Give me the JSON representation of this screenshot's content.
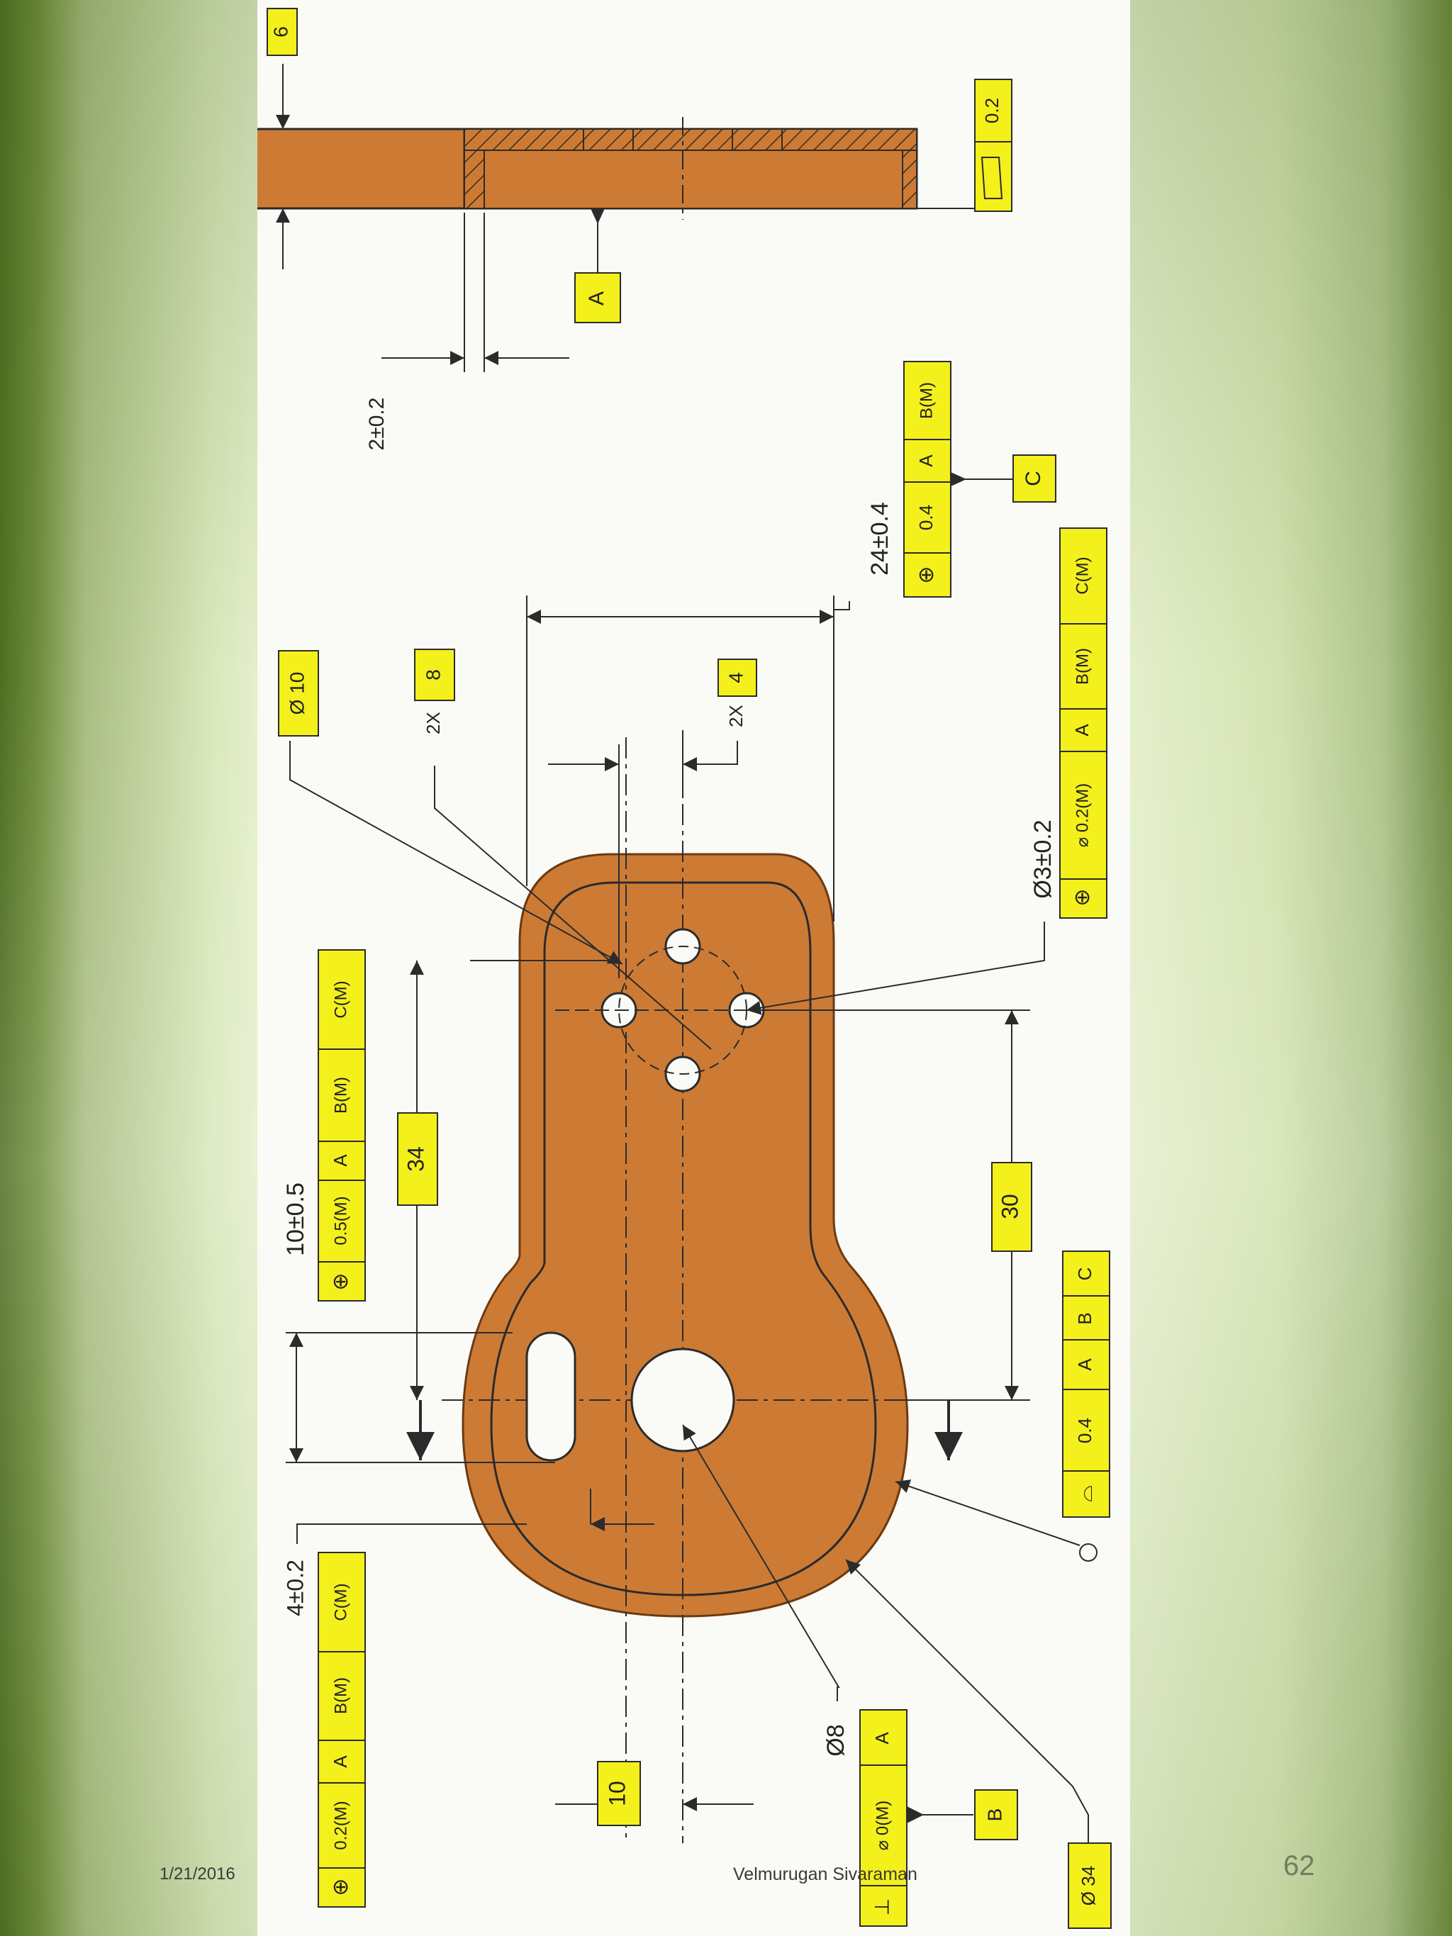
{
  "footer": {
    "date": "1/21/2016",
    "author": "Velmurugan Sivaraman",
    "page_number": "62"
  },
  "drawing": {
    "labels": {
      "thickness": "6",
      "flatness_value": "0.2",
      "datum_a": "A",
      "datum_b": "B",
      "datum_c": "C",
      "wall": "2±0.2",
      "dia10": "Ø 10",
      "twox_8": "8",
      "twox_4": "4",
      "twox": "2X",
      "width24": "24±0.4",
      "slot_10": "10±0.5",
      "dim34": "34",
      "dim30": "30",
      "holes3": "Ø3±0.2",
      "dim4": "4±0.2",
      "dia8": "Ø8",
      "dim10": "10",
      "dia34": "Ø 34"
    },
    "fcf": {
      "c_frame": [
        "⊕",
        "0.4",
        "A",
        "B(M)"
      ],
      "holes_frame": [
        "⊕",
        "⌀ 0.2(M)",
        "A",
        "B(M)",
        "C(M)"
      ],
      "slot_frame": [
        "⊕",
        "0.5(M)",
        "A",
        "B(M)",
        "C(M)"
      ],
      "profile_frame": [
        "⌓",
        "0.4",
        "A",
        "B",
        "C"
      ],
      "pos4_frame": [
        "⊕",
        "0.2(M)",
        "A",
        "B(M)",
        "C(M)"
      ],
      "dia8_frame": [
        "⊥",
        "⌀ 0(M)",
        "A"
      ],
      "flatness_frame": [
        "▱",
        "0.2"
      ]
    },
    "colors": {
      "part": "#cd7b34",
      "part_edge": "#6b3a12",
      "callout_fill": "#f4f01c",
      "line": "#2b2b2b"
    }
  }
}
